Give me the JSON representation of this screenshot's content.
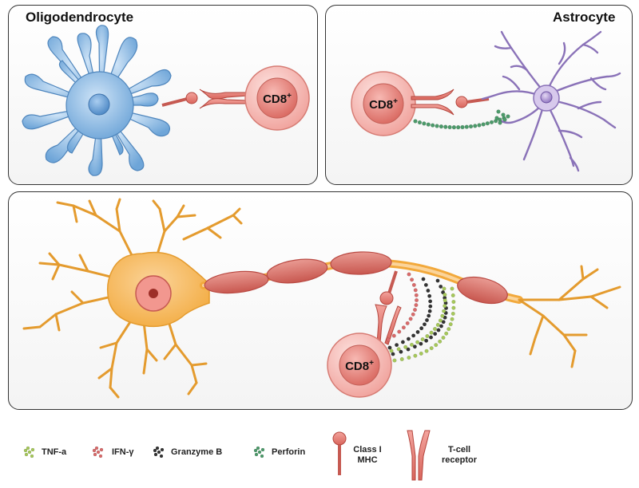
{
  "panels": {
    "oligodendrocyte": {
      "title": "Oligodendrocyte",
      "cd8_label": "CD8"
    },
    "astrocyte": {
      "title": "Astrocyte",
      "cd8_label": "CD8"
    },
    "neuron": {
      "cd8_label": "CD8"
    }
  },
  "superscript": "+",
  "legend": {
    "tnf": "TNF-a",
    "ifn": "IFN-γ",
    "granzyme": "Granzyme B",
    "perforin": "Perforin",
    "mhc_line1": "Class I",
    "mhc_line2": "MHC",
    "tcr_line1": "T-cell",
    "tcr_line2": "receptor"
  },
  "colors": {
    "oligodendrocyte": "#7fb2e0",
    "astrocyte": "#b9a6d6",
    "neuron": "#f6b84c",
    "myelin": "#d9706a",
    "cd8_cell": "#f2a9a4",
    "tnf": "#a6c85a",
    "ifn": "#d96a6a",
    "granzyme": "#333333",
    "perforin": "#4c9a6a"
  }
}
